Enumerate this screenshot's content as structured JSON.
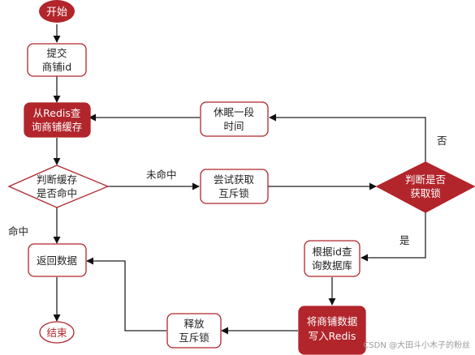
{
  "nodes": {
    "start": "开始",
    "submit": [
      "提交",
      "商铺id"
    ],
    "query_cache": [
      "从Redis查",
      "询商铺缓存"
    ],
    "check_hit": [
      "判断缓存",
      "是否命中"
    ],
    "try_lock": [
      "尝试获取",
      "互斥锁"
    ],
    "check_lock": [
      "判断是否",
      "获取锁"
    ],
    "sleep": [
      "休眠一段",
      "时间"
    ],
    "query_db": [
      "根据id查",
      "询数据库"
    ],
    "write_redis": [
      "将商铺数据",
      "写入Redis"
    ],
    "release_lock": [
      "释放",
      "互斥锁"
    ],
    "return_data": "返回数据",
    "end": "结束"
  },
  "edge_labels": {
    "miss": "未命中",
    "hit": "命中",
    "no": "否",
    "yes": "是"
  },
  "watermark": "CSDN @大田斗小木子的粉丝",
  "colors": {
    "red_fill": "#b1252b",
    "outline_red": "#b1252b",
    "line": "#222222",
    "text": "#222222"
  }
}
